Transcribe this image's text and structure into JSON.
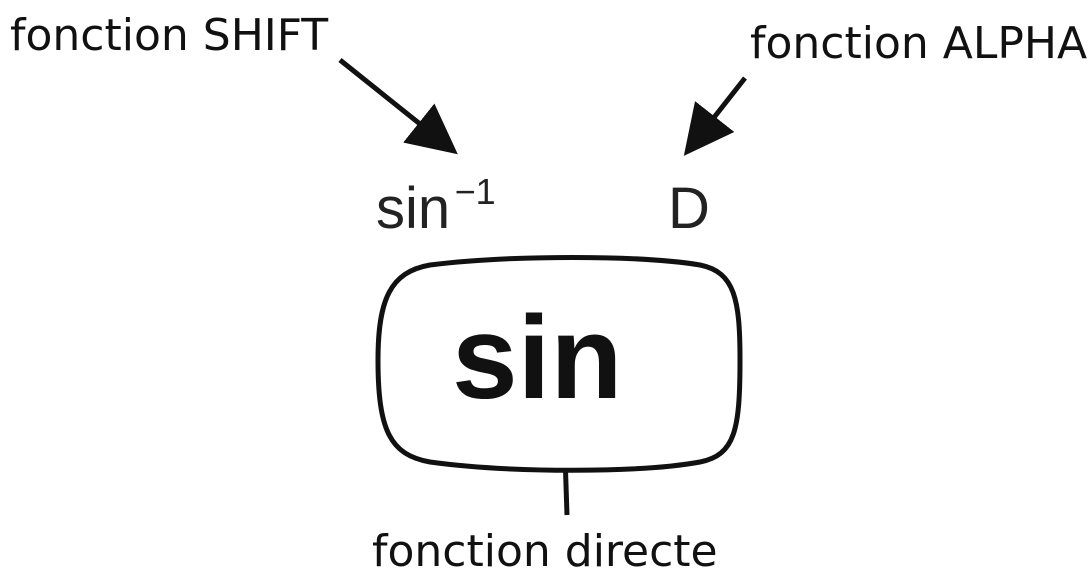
{
  "labels": {
    "shift": "fonction SHIFT",
    "alpha": "fonction ALPHA",
    "direct": "fonction directe"
  },
  "key": {
    "primary": "sin",
    "shift_base": "sin",
    "shift_sup": "−1",
    "alpha": "D"
  },
  "colors": {
    "ink": "#111111",
    "background": "#ffffff"
  }
}
